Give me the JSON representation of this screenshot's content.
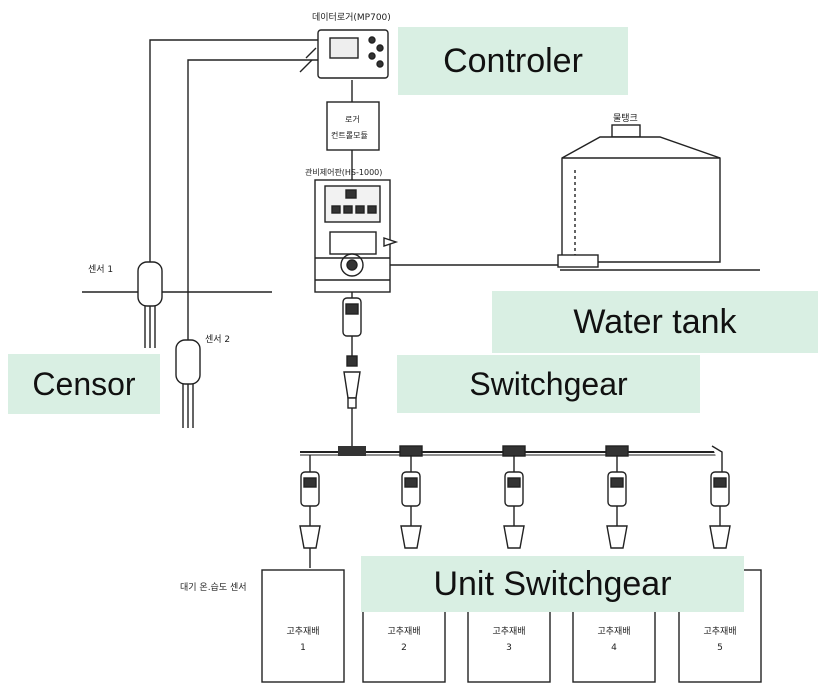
{
  "labels": {
    "top_caption": "데이터로거(MP700)",
    "controller_module": [
      "로거",
      "컨트롤모듈"
    ],
    "panel_caption": "관비제어판(HS-1000)",
    "tank_caption": "물탱크",
    "sensor1": "센서 1",
    "sensor2": "센서 2",
    "air_sensor": "대기 온.습도 센서",
    "beds": [
      {
        "name": "고추재배",
        "num": "1"
      },
      {
        "name": "고추재배",
        "num": "2"
      },
      {
        "name": "고추재배",
        "num": "3"
      },
      {
        "name": "고추재배",
        "num": "4"
      },
      {
        "name": "고추재배",
        "num": "5"
      }
    ]
  },
  "callouts": {
    "controler": "Controler",
    "water_tank": "Water  tank",
    "censor": "Censor",
    "switchgear": "Switchgear",
    "unit_switchgear": "Unit  Switchgear"
  },
  "colors": {
    "callout_bg": "#d9efe3",
    "line": "#222222"
  }
}
